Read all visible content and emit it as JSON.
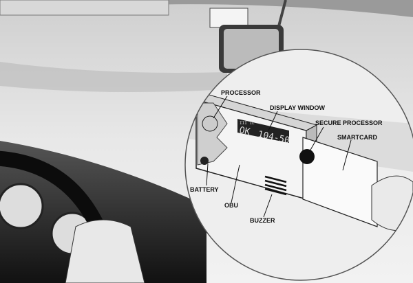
{
  "labels": {
    "processor": "PROCESSOR",
    "display_window": "DISPLAY WINDOW",
    "secure_processor": "SECURE PROCESSOR",
    "smartcard": "SMARTCARD",
    "battery": "BATTERY",
    "obu": "OBU",
    "buzzer": "BUZZER"
  },
  "display": {
    "top_line": "III IL",
    "status": "OK",
    "value": "104-50"
  }
}
